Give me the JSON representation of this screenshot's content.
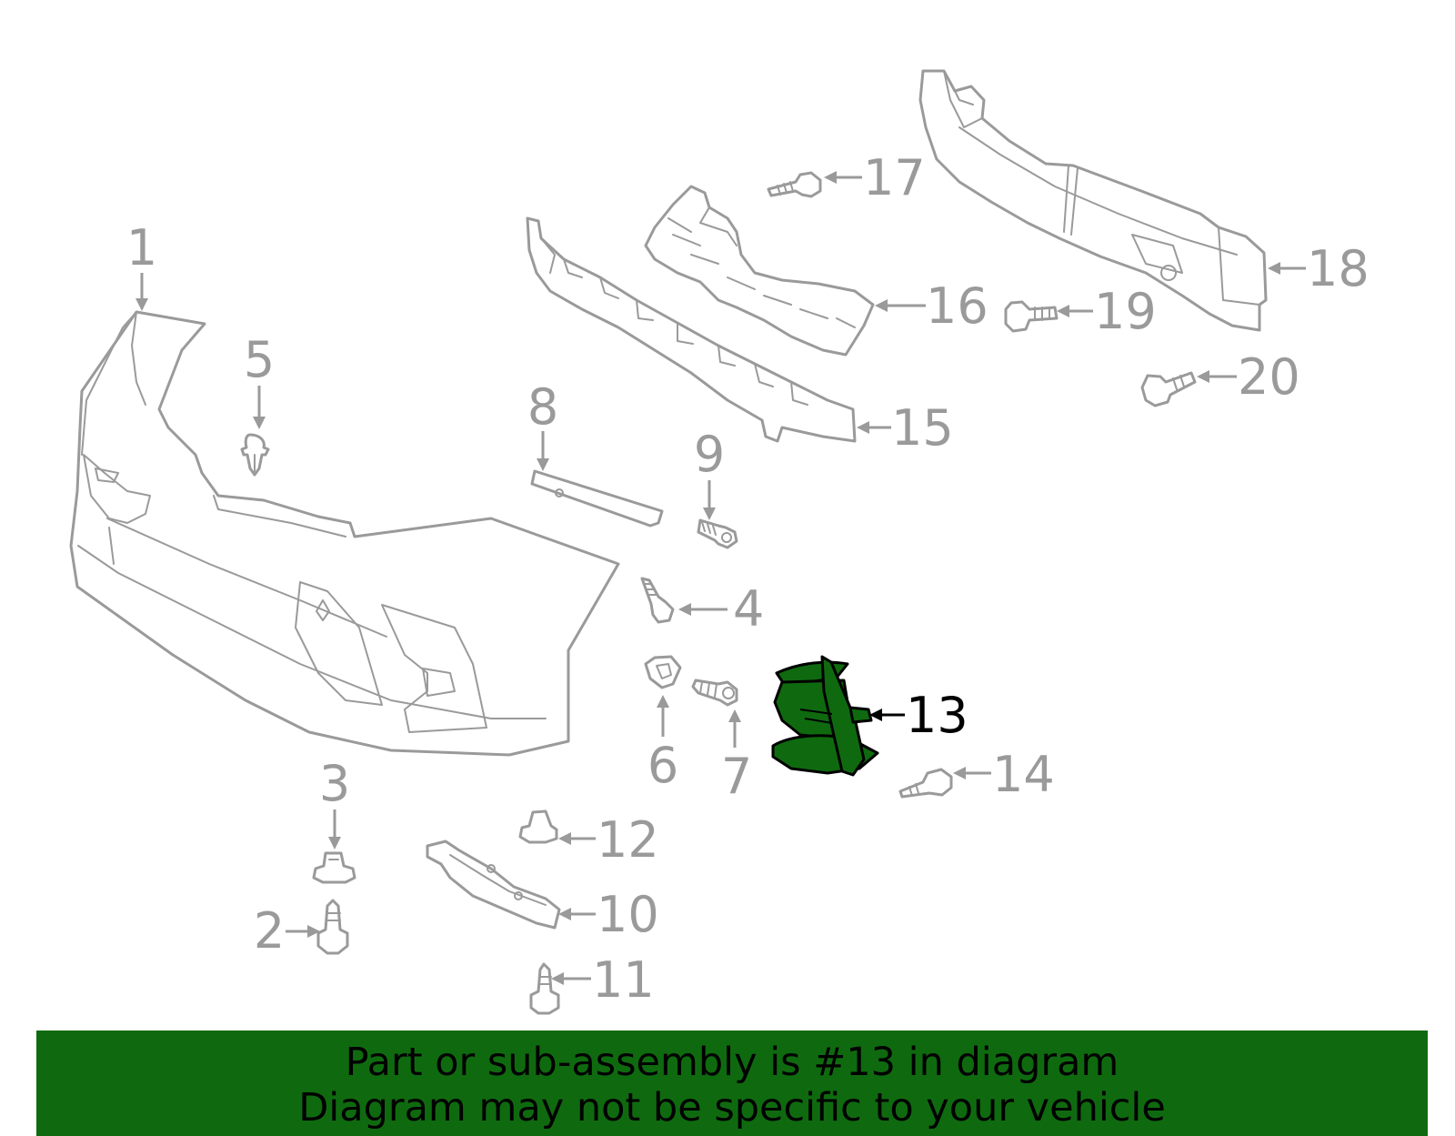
{
  "diagram": {
    "callouts": [
      {
        "id": "1",
        "label": "1"
      },
      {
        "id": "2",
        "label": "2"
      },
      {
        "id": "3",
        "label": "3"
      },
      {
        "id": "4",
        "label": "4"
      },
      {
        "id": "5",
        "label": "5"
      },
      {
        "id": "6",
        "label": "6"
      },
      {
        "id": "7",
        "label": "7"
      },
      {
        "id": "8",
        "label": "8"
      },
      {
        "id": "9",
        "label": "9"
      },
      {
        "id": "10",
        "label": "10"
      },
      {
        "id": "11",
        "label": "11"
      },
      {
        "id": "12",
        "label": "12"
      },
      {
        "id": "13",
        "label": "13",
        "highlighted": true
      },
      {
        "id": "14",
        "label": "14"
      },
      {
        "id": "15",
        "label": "15"
      },
      {
        "id": "16",
        "label": "16"
      },
      {
        "id": "17",
        "label": "17"
      },
      {
        "id": "18",
        "label": "18"
      },
      {
        "id": "19",
        "label": "19"
      },
      {
        "id": "20",
        "label": "20"
      }
    ],
    "colors": {
      "line_art": "#9a9a9a",
      "highlight_fill": "#0f6a0f",
      "highlight_text": "#000000",
      "banner_bg": "#0f6a0f"
    }
  },
  "banner": {
    "line1": "Part or sub-assembly is #13 in diagram",
    "line2": "Diagram may not be specific to your vehicle"
  }
}
